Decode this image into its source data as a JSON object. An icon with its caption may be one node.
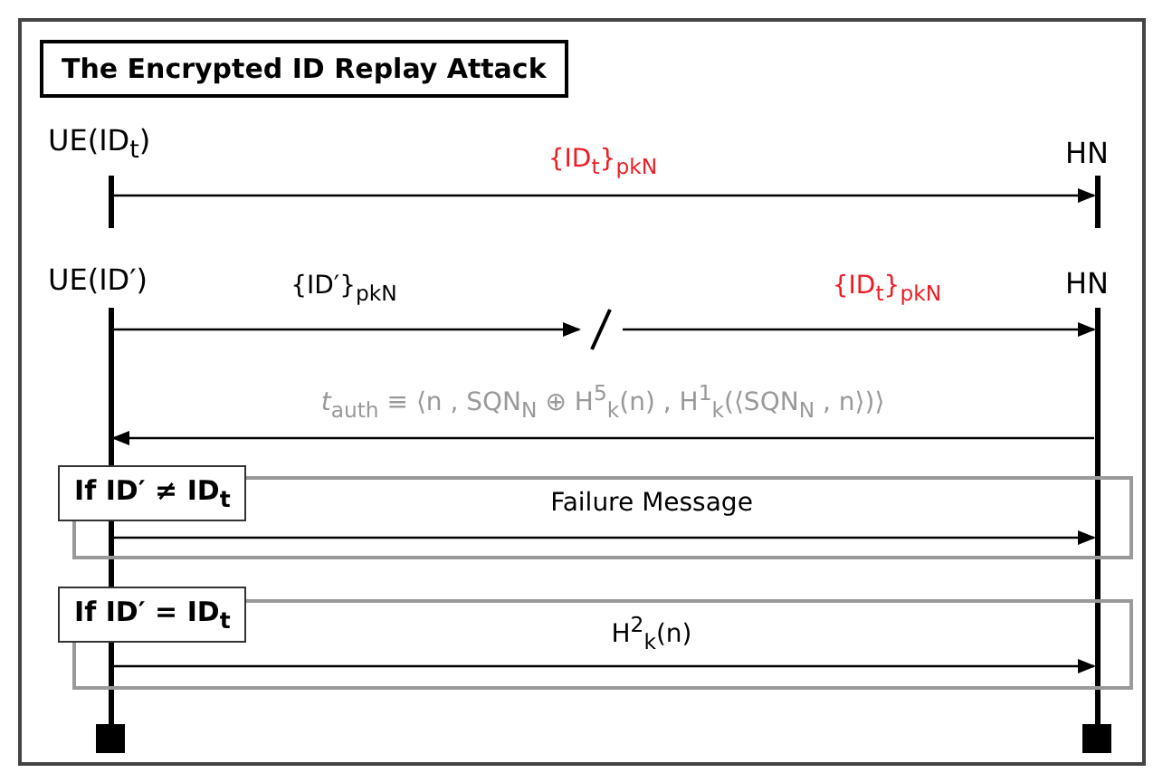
{
  "diagram": {
    "title": "The Encrypted ID Replay Attack",
    "nodes": [
      {
        "text": [
          "UE(ID$_{t}$)"
        ]
      },
      {
        "text": [
          "HN"
        ]
      },
      {
        "text": [
          "UE(ID′)"
        ]
      },
      {
        "text": [
          "HN"
        ]
      },
      {
        "text": [
          "If ID′ ≠ ID$_{t}$"
        ]
      },
      {
        "text": [
          "If ID′ = ID$_{t}$"
        ]
      },
      {
        "text": [],
        "shape": "slash"
      }
    ],
    "edges": [
      {
        "from": 0,
        "to": 1,
        "arrow": "to",
        "label": "{ID$_{t}$}$_{pkN}$"
      },
      {
        "from": 2,
        "to": 6,
        "arrow": "to",
        "label": "{ID′}$_{pkN}$"
      },
      {
        "from": 6,
        "to": 3,
        "arrow": "to",
        "label": "{ID$_{t}$}$_{pkN}$"
      },
      {
        "from": 3,
        "to": 2,
        "arrow": "to",
        "label": "*t*$_{auth}$ ≡ ⟨n , SQN$_{N}$ ⊕ H$^{5}$$_{k}$(n) , H$^{1}$$_{k}$(⟨SQN$_{N}$ , n⟩)⟩"
      },
      {
        "from": 2,
        "to": 3,
        "arrow": "to",
        "label": "Failure Message"
      },
      {
        "from": 2,
        "to": 3,
        "arrow": "to",
        "label": "H$^{2}$$_{k}$(n)"
      }
    ]
  }
}
